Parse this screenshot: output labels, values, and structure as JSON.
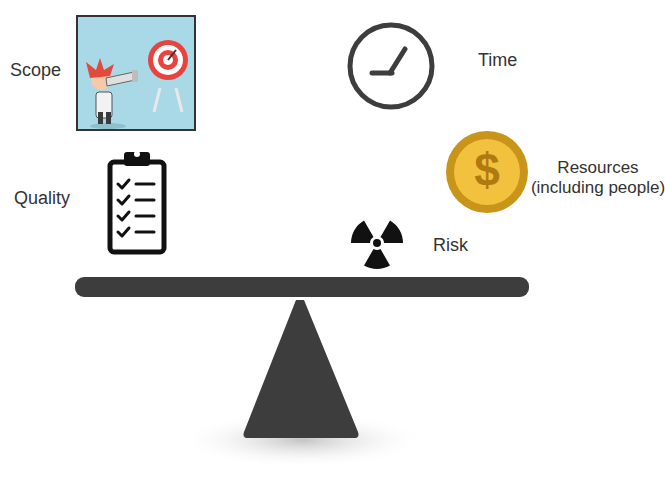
{
  "diagram": {
    "labels": [
      "Scope",
      "Time",
      "Quality",
      "Resources (including people)",
      "Risk",
      "$"
    ]
  }
}
